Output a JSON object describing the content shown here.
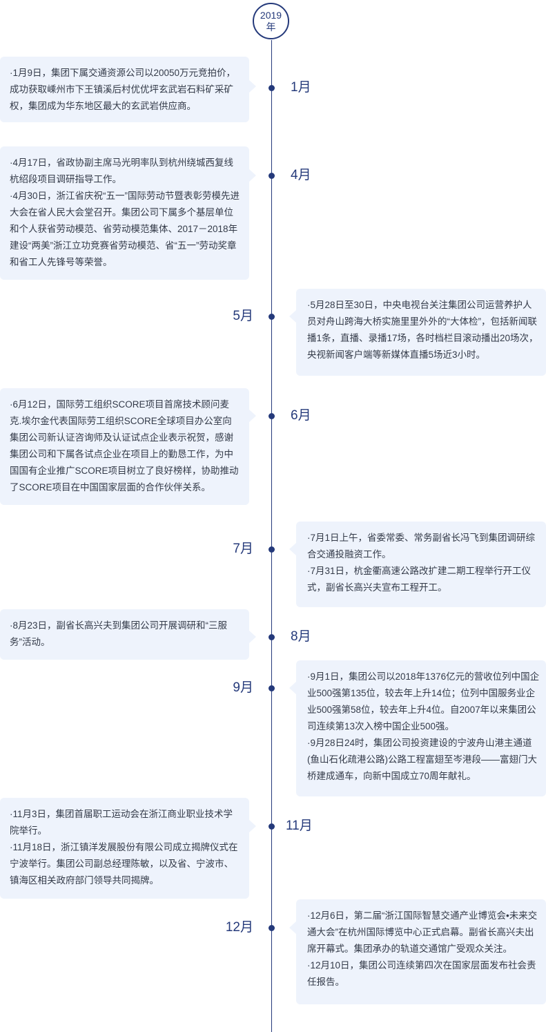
{
  "year": {
    "number": "2019",
    "unit": "年"
  },
  "accent_color": "#24397a",
  "card_color": "#eef3fc",
  "entries": [
    {
      "month": "1月",
      "items": [
        "·1月9日，集团下属交通资源公司以20050万元竞拍价，成功获取嵊州市下王镇溪后村优优坪玄武岩石料矿采矿权，集团成为华东地区最大的玄武岩供应商。"
      ]
    },
    {
      "month": "4月",
      "items": [
        "·4月17日，省政协副主席马光明率队到杭州绕城西复线杭绍段项目调研指导工作。",
        "·4月30日，浙江省庆祝“五一”国际劳动节暨表彰劳模先进大会在省人民大会堂召开。集团公司下属多个基层单位和个人获省劳动模范、省劳动模范集体、2017－2018年建设“两美”浙江立功竞赛省劳动模范、省“五一”劳动奖章和省工人先锋号等荣誉。"
      ]
    },
    {
      "month": "5月",
      "items": [
        "·5月28日至30日，中央电视台关注集团公司运营养护人员对舟山跨海大桥实施里里外外的“大体检”，包括新闻联播1条，直播、录播17场，各时档栏目滚动播出20场次，央视新闻客户端等新媒体直播5场近3小时。"
      ]
    },
    {
      "month": "6月",
      "items": [
        "·6月12日，国际劳工组织SCORE项目首席技术顾问麦克.埃尔金代表国际劳工组织SCORE全球项目办公室向集团公司新认证咨询师及认证试点企业表示祝贺，感谢集团公司和下属各试点企业在项目上的勤恳工作，为中国国有企业推广SCORE项目树立了良好榜样，协助推动了SCORE项目在中国国家层面的合作伙伴关系。"
      ]
    },
    {
      "month": "7月",
      "items": [
        "·7月1日上午，省委常委、常务副省长冯飞到集团调研综合交通投融资工作。",
        "·7月31日，杭金衢高速公路改扩建二期工程举行开工仪式，副省长高兴夫宣布工程开工。"
      ]
    },
    {
      "month": "8月",
      "items": [
        "·8月23日，副省长高兴夫到集团公司开展调研和“三服务”活动。"
      ]
    },
    {
      "month": "9月",
      "items": [
        "·9月1日，集团公司以2018年1376亿元的营收位列中国企业500强第135位，较去年上升14位；位列中国服务业企业500强第58位，较去年上升4位。自2007年以来集团公司连续第13次入榜中国企业500强。",
        "·9月28日24时，集团公司投资建设的宁波舟山港主通道(鱼山石化疏港公路)公路工程富翅至岑港段——富翅门大桥建成通车，向新中国成立70周年献礼。"
      ]
    },
    {
      "month": "11月",
      "items": [
        "·11月3日，集团首届职工运动会在浙江商业职业技术学院举行。",
        "·11月18日，浙江镇洋发展股份有限公司成立揭牌仪式在宁波举行。集团公司副总经理陈敏，以及省、宁波市、镇海区相关政府部门领导共同揭牌。"
      ]
    },
    {
      "month": "12月",
      "items": [
        "·12月6日，第二届“浙江国际智慧交通产业博览会•未来交通大会”在杭州国际博览中心正式启幕。副省长高兴夫出席开幕式。集团承办的轨道交通馆广受观众关注。",
        "·12月10日，集团公司连续第四次在国家层面发布社会责任报告。"
      ]
    }
  ]
}
